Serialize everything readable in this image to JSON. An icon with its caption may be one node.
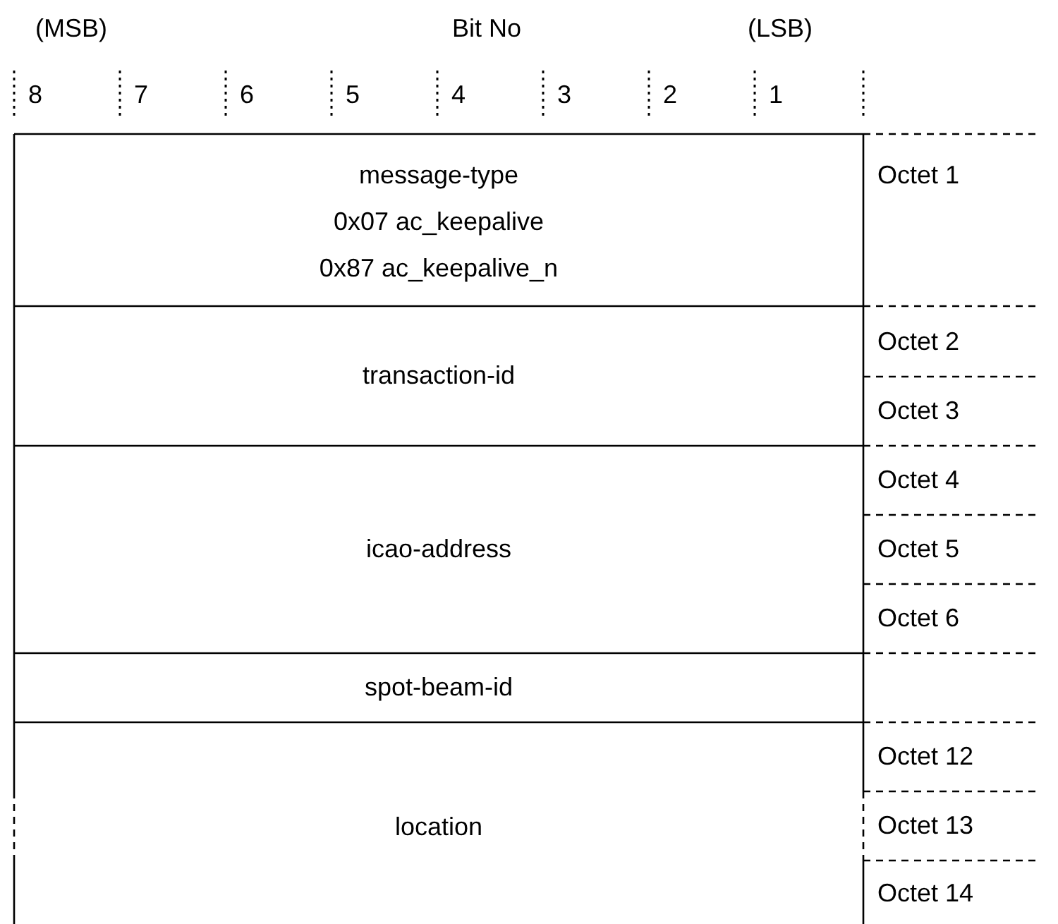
{
  "diagram": {
    "labels": [
      "(MSB)",
      "Bit No",
      "(LSB)",
      "8",
      "7",
      "6",
      "5",
      "4",
      "3",
      "2",
      "1",
      "message-type",
      "0x07 ac_keepalive",
      "0x87 ac_keepalive_n",
      "Octet 1",
      "transaction-id",
      "Octet 2",
      "Octet 3",
      "icao-address",
      "Octet 4",
      "Octet 5",
      "Octet 6",
      "spot-beam-id",
      "location",
      "Octet 12",
      "Octet 13",
      "Octet 14"
    ]
  }
}
